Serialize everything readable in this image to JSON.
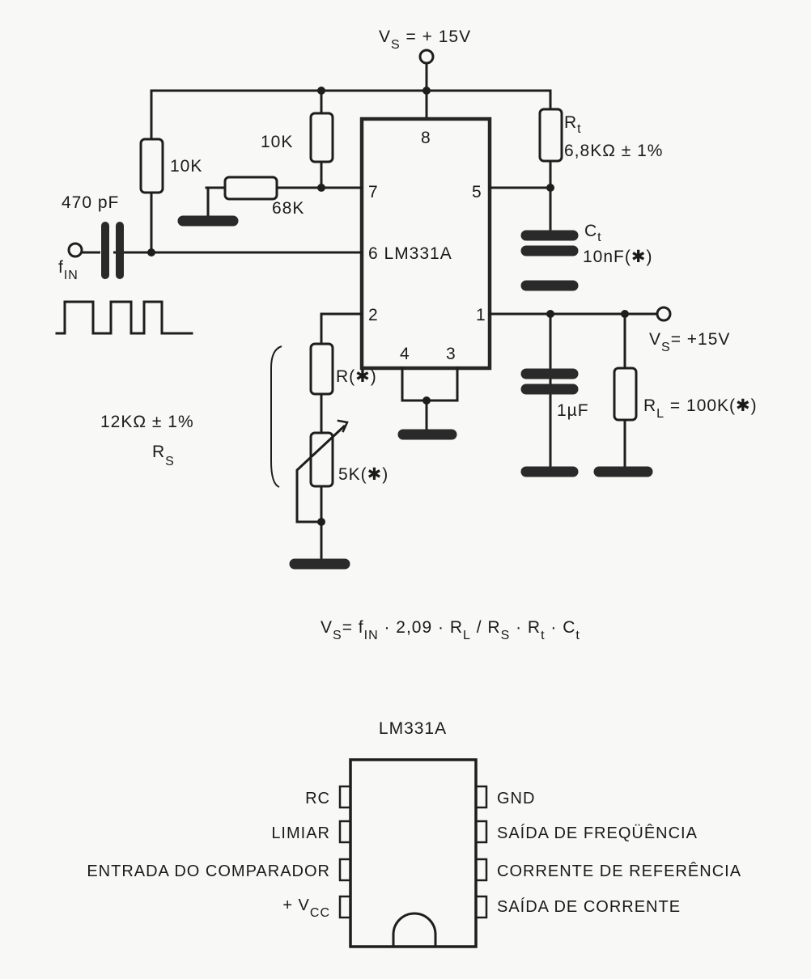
{
  "supply_top": {
    "v": "V",
    "sub": "S",
    "rest": " = + 15V"
  },
  "r_left": "10K",
  "r_mid": "10K",
  "r_68k": "68K",
  "c_in": "470 pF",
  "f_in": {
    "f": "f",
    "sub": "IN"
  },
  "ic": {
    "name": "6 LM331A",
    "pin8": "8",
    "pin7": "7",
    "pin5": "5",
    "pin2": "2",
    "pin1": "1",
    "pin4": "4",
    "pin3": "3"
  },
  "rt": {
    "r": "R",
    "sub": "t",
    "value": "6,8KΩ ± 1%"
  },
  "ct": {
    "c": "C",
    "sub": "t",
    "value": "10nF(✱)"
  },
  "out": {
    "v": "V",
    "sub": "S",
    "rest": "= +15V"
  },
  "c_out": "1µF",
  "rl": {
    "r": "R",
    "sub": "L",
    "rest": " = 100K(✱)"
  },
  "r_star": "R(✱)",
  "pot": "5K(✱)",
  "rs": {
    "value": "12KΩ ± 1%",
    "r": "R",
    "sub": "S"
  },
  "formula": {
    "vs": "V",
    "vs_sub": "S",
    "eq": "= f",
    "fin_sub": "IN",
    "mid": " · 2,09 · R",
    "rl_sub": "L",
    "slash": " / R",
    "rs_sub": "S",
    "dot1": " · R",
    "rt_sub": "t",
    "dot2": " · C",
    "ct_sub": "t"
  },
  "pinout": {
    "title": "LM331A",
    "left": [
      "RC",
      "LIMIAR",
      "ENTRADA DO COMPARADOR"
    ],
    "vcc": {
      "plus": "+ V",
      "sub": "CC"
    },
    "right": [
      "GND",
      "SAÍDA DE FREQÜÊNCIA",
      "CORRENTE DE REFERÊNCIA",
      "SAÍDA DE CORRENTE"
    ]
  }
}
